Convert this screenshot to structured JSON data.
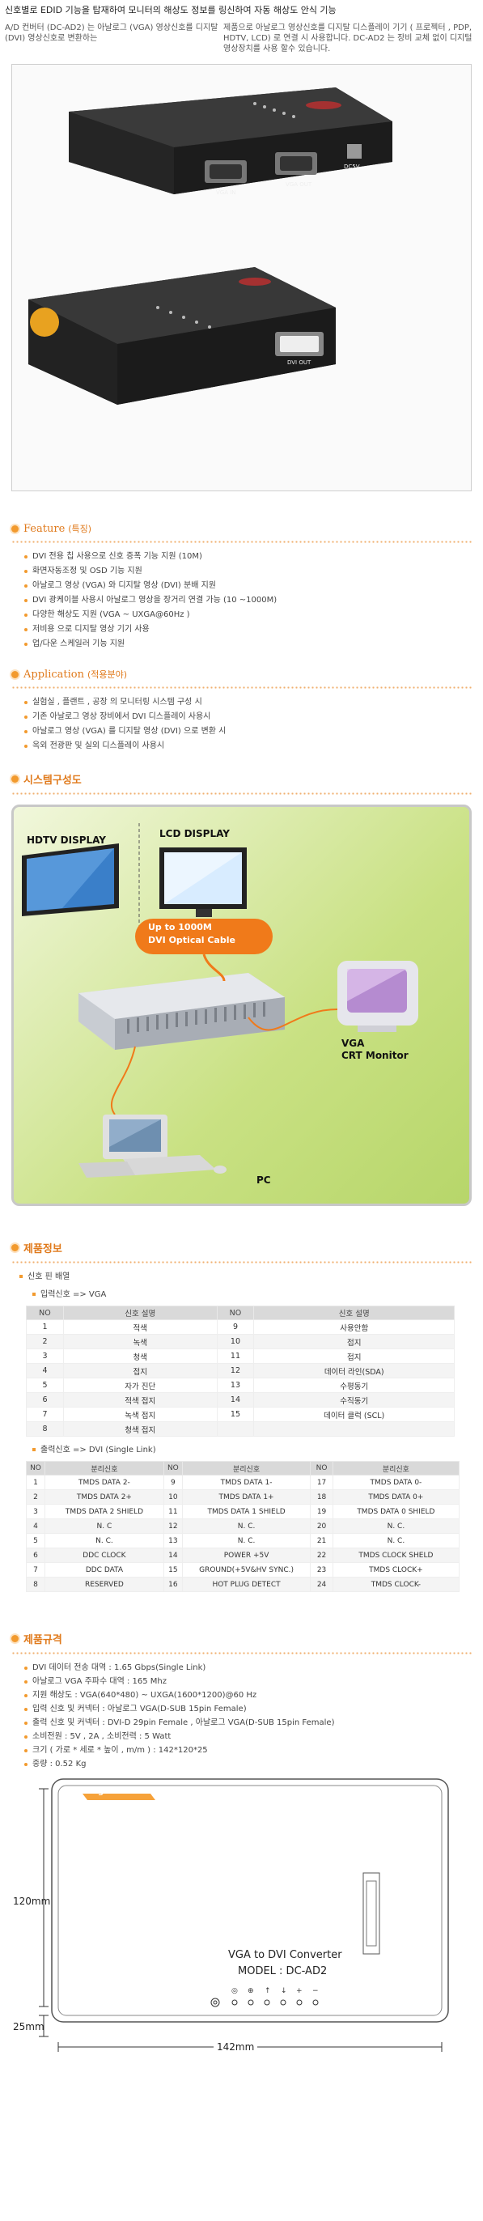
{
  "headline": "신호별로 EDID 기능을 탑재하여 모니터의 해상도 정보를 링신하여 자동 해상도 안식 기능",
  "intro_left": "A/D 컨버터 (DC-AD2) 는 아날로그 (VGA) 영상신호를 디지탈 (DVI) 영상신호로 변환하는",
  "intro_right": "제품으로 아날로그 영상신호를 디지탈 디스플레이 기기 ( 프로젝터 , PDP, HDTV, LCD) 로 연결 시 사용합니다. DC-AD2 는 장비 교체 없이 디지털 영상장치를 사용 할수 있습니다.",
  "product": {
    "port_vga_in": "VGA IN",
    "port_vga_out": "VGA OUT",
    "port_dc": "DC5V",
    "port_dvi_out": "DVI OUT"
  },
  "feature": {
    "title": "Feature",
    "title_sub": "(특징)",
    "items": [
      "DVI 전용 칩 사용으로 신호 증폭 기능 지원 (10M)",
      "화면자동조정 및 OSD 기능 지원",
      "아날로그 영상 (VGA) 와 디지탈 영상 (DVI) 분배 지원",
      "DVI 광케이블 사용시 아날로그 영상을 장거리 연결 가능 (10 ~1000M)",
      "다양한 해상도 지원 (VGA ~ UXGA@60Hz )",
      "저비용 으로 디지탈 영상 기기 사용",
      "업/다운 스케일러 기능 지원"
    ]
  },
  "application": {
    "title": "Application",
    "title_sub": "(적용분야)",
    "items": [
      "실험실 , 플랜트 , 공장 의 모니터링 시스템 구성 시",
      "기존 아날로그 영상 장비에서 DVI 디스플레이 사용시",
      "아날로그 영상 (VGA) 를 디지탈 영상 (DVI) 으로 변환 시",
      "옥외 전광판 및 실외 디스플레이 사용시"
    ]
  },
  "system": {
    "title": "시스템구성도",
    "hdtv": "HDTV DISPLAY",
    "lcd": "LCD DISPLAY",
    "cable_1": "Up to 1000M",
    "cable_2": "DVI Optical Cable",
    "vga_1": "VGA",
    "vga_2": "CRT Monitor",
    "pc": "PC"
  },
  "info": {
    "title": "제품정보",
    "pin_heading": "신호 핀 배열",
    "input_heading": "입력신호 => VGA",
    "output_heading": "출력신호 => DVI (Single Link)"
  },
  "vga_table": {
    "headers": [
      "NO",
      "신호 설명",
      "NO",
      "신호 설명"
    ],
    "rows": [
      [
        "1",
        "적색",
        "9",
        "사용안함"
      ],
      [
        "2",
        "녹색",
        "10",
        "접지"
      ],
      [
        "3",
        "청색",
        "11",
        "접지"
      ],
      [
        "4",
        "접지",
        "12",
        "데이터 라인(SDA)"
      ],
      [
        "5",
        "자가 진단",
        "13",
        "수평동기"
      ],
      [
        "6",
        "적색 접지",
        "14",
        "수직동기"
      ],
      [
        "7",
        "녹색 접지",
        "15",
        "데이터 클럭 (SCL)"
      ],
      [
        "8",
        "청색 접지",
        "",
        ""
      ]
    ]
  },
  "dvi_table": {
    "headers": [
      "NO",
      "분리신호",
      "NO",
      "분리신호",
      "NO",
      "분리신호"
    ],
    "rows": [
      [
        "1",
        "TMDS DATA 2-",
        "9",
        "TMDS DATA 1-",
        "17",
        "TMDS DATA 0-"
      ],
      [
        "2",
        "TMDS DATA 2+",
        "10",
        "TMDS DATA 1+",
        "18",
        "TMDS DATA 0+"
      ],
      [
        "3",
        "TMDS DATA 2 SHIELD",
        "11",
        "TMDS DATA 1 SHIELD",
        "19",
        "TMDS DATA 0 SHIELD"
      ],
      [
        "4",
        "N. C",
        "12",
        "N. C.",
        "20",
        "N. C."
      ],
      [
        "5",
        "N. C.",
        "13",
        "N. C.",
        "21",
        "N. C."
      ],
      [
        "6",
        "DDC CLOCK",
        "14",
        "POWER +5V",
        "22",
        "TMDS CLOCK SHELD"
      ],
      [
        "7",
        "DDC DATA",
        "15",
        "GROUND(+5V&HV SYNC.)",
        "23",
        "TMDS CLOCK+"
      ],
      [
        "8",
        "RESERVED",
        "16",
        "HOT PLUG DETECT",
        "24",
        "TMDS CLOCK-"
      ]
    ]
  },
  "spec": {
    "title": "제품규격",
    "items": [
      "DVI 데이터 전송 대역 : 1.65 Gbps(Single Link)",
      "아날로그 VGA 주파수 대역 : 165 Mhz",
      "지원 해상도 : VGA(640*480) ~ UXGA(1600*1200)@60 Hz",
      "입력 신호 및 커넥터 : 아날로그 VGA(D-SUB 15pin Female)",
      "출력 신호 및 커넥터 : DVI-D 29pin Female , 아날로그 VGA(D-SUB 15pin Female)",
      "소비전원 : 5V , 2A , 소비전력 : 5 Watt",
      "크기 ( 가로 * 세로 * 높이 , m/m ) : 142*120*25",
      "중량 : 0.52 Kg"
    ]
  },
  "drawing": {
    "brand": "Digital Extender",
    "name": "VGA to DVI Converter",
    "model": "MODEL : DC-AD2",
    "dim_height": "120mm",
    "dim_depth": "25mm",
    "dim_width": "142mm"
  },
  "colors": {
    "accent": "#e07a1c",
    "diagram_green": "#c9e183",
    "cable_orange": "#f07a1a"
  }
}
